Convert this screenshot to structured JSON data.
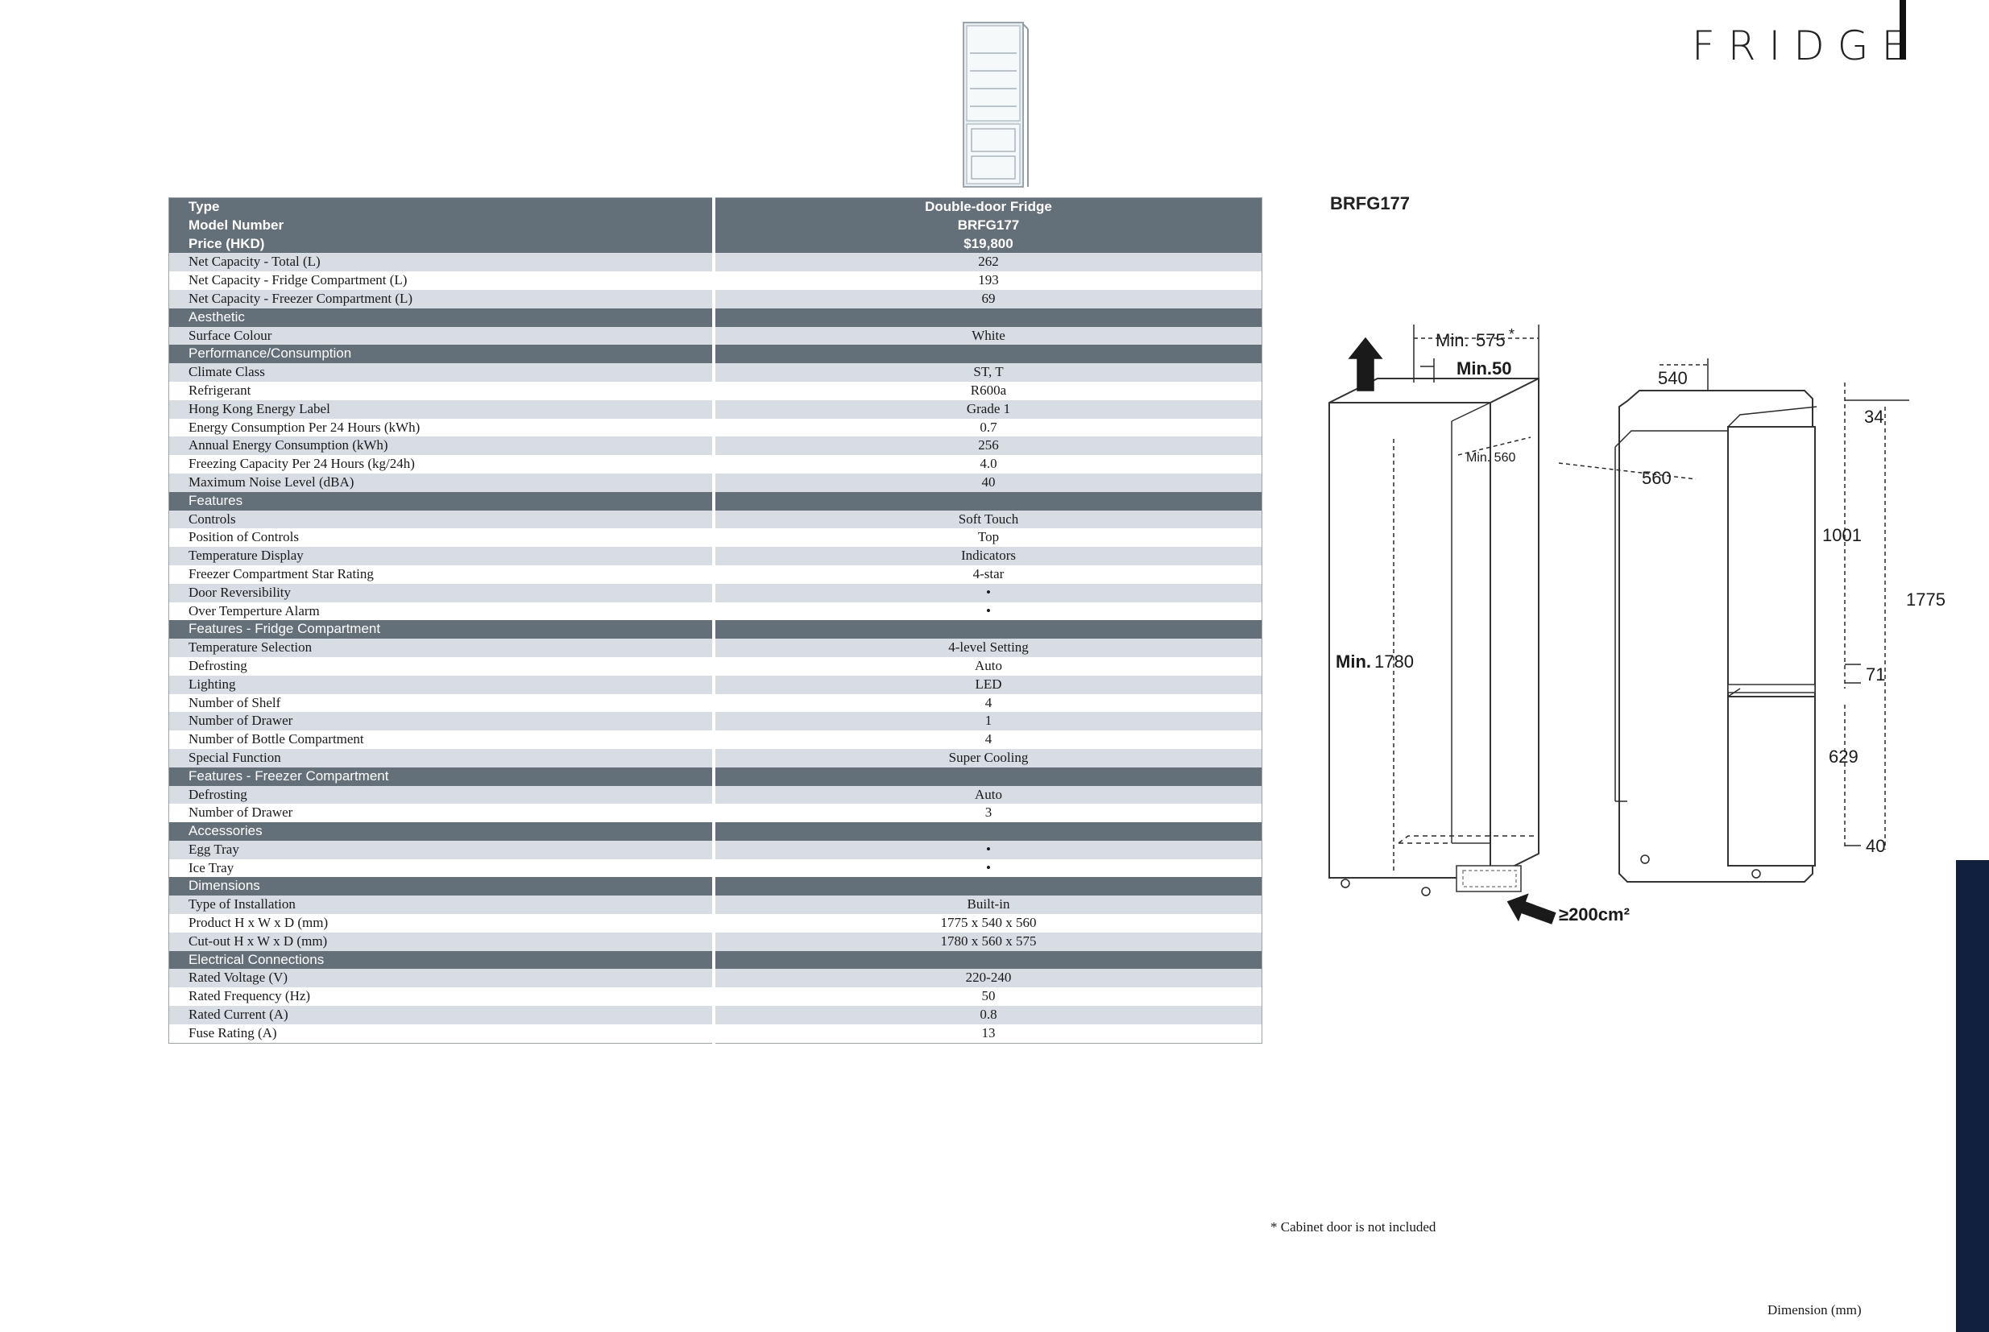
{
  "header": {
    "title": "FRIDGE"
  },
  "model_label": "BRFG177",
  "spec_header": [
    {
      "label": "Type",
      "value": "Double-door Fridge"
    },
    {
      "label": "Model Number",
      "value": "BRFG177"
    },
    {
      "label": "Price (HKD)",
      "value": "$19,800"
    }
  ],
  "specs": [
    {
      "kind": "row",
      "label": "Net Capacity - Total (L)",
      "value": "262"
    },
    {
      "kind": "row",
      "label": "Net Capacity - Fridge Compartment (L)",
      "value": "193"
    },
    {
      "kind": "row",
      "label": "Net Capacity - Freezer Compartment (L)",
      "value": "69"
    },
    {
      "kind": "section",
      "label": "Aesthetic"
    },
    {
      "kind": "row",
      "label": "Surface Colour",
      "value": "White"
    },
    {
      "kind": "section",
      "label": "Performance/Consumption"
    },
    {
      "kind": "row",
      "label": "Climate Class",
      "value": "ST, T"
    },
    {
      "kind": "row",
      "label": "Refrigerant",
      "value": "R600a"
    },
    {
      "kind": "row",
      "label": "Hong Kong Energy Label",
      "value": "Grade 1"
    },
    {
      "kind": "row",
      "label": "Energy Consumption Per 24 Hours (kWh)",
      "value": "0.7"
    },
    {
      "kind": "row",
      "label": "Annual Energy Consumption (kWh)",
      "value": "256"
    },
    {
      "kind": "row",
      "label": "Freezing Capacity Per 24 Hours (kg/24h)",
      "value": "4.0"
    },
    {
      "kind": "row",
      "label": "Maximum Noise Level (dBA)",
      "value": "40"
    },
    {
      "kind": "section",
      "label": "Features"
    },
    {
      "kind": "row",
      "label": "Controls",
      "value": "Soft Touch"
    },
    {
      "kind": "row",
      "label": "Position of Controls",
      "value": "Top"
    },
    {
      "kind": "row",
      "label": "Temperature Display",
      "value": "Indicators"
    },
    {
      "kind": "row",
      "label": "Freezer Compartment Star Rating",
      "value": "4-star"
    },
    {
      "kind": "row",
      "label": "Door Reversibility",
      "value": "•"
    },
    {
      "kind": "row",
      "label": "Over Temperture Alarm",
      "value": "•"
    },
    {
      "kind": "section",
      "label": "Features - Fridge Compartment"
    },
    {
      "kind": "row",
      "label": "Temperature Selection",
      "value": "4-level Setting"
    },
    {
      "kind": "row",
      "label": "Defrosting",
      "value": "Auto"
    },
    {
      "kind": "row",
      "label": "Lighting",
      "value": "LED"
    },
    {
      "kind": "row",
      "label": "Number of Shelf",
      "value": "4"
    },
    {
      "kind": "row",
      "label": "Number of Drawer",
      "value": "1"
    },
    {
      "kind": "row",
      "label": "Number of Bottle Compartment",
      "value": "4"
    },
    {
      "kind": "row",
      "label": "Special Function",
      "value": "Super Cooling"
    },
    {
      "kind": "section",
      "label": "Features - Freezer Compartment"
    },
    {
      "kind": "row",
      "label": "Defrosting",
      "value": "Auto"
    },
    {
      "kind": "row",
      "label": "Number of Drawer",
      "value": "3"
    },
    {
      "kind": "section",
      "label": "Accessories"
    },
    {
      "kind": "row",
      "label": "Egg Tray",
      "value": "•"
    },
    {
      "kind": "row",
      "label": "Ice Tray",
      "value": "•"
    },
    {
      "kind": "section",
      "label": "Dimensions"
    },
    {
      "kind": "row",
      "label": "Type of Installation",
      "value": "Built-in"
    },
    {
      "kind": "row",
      "label": "Product H x W x D (mm)",
      "value": "1775 x 540 x 560"
    },
    {
      "kind": "row",
      "label": "Cut-out H x W x D (mm)",
      "value": "1780 x 560 x 575"
    },
    {
      "kind": "section",
      "label": "Electrical Connections"
    },
    {
      "kind": "row",
      "label": "Rated Voltage (V)",
      "value": "220-240"
    },
    {
      "kind": "row",
      "label": "Rated Frequency (Hz)",
      "value": "50"
    },
    {
      "kind": "row",
      "label": "Rated Current (A)",
      "value": "0.8"
    },
    {
      "kind": "row",
      "label": "Fuse Rating (A)",
      "value": "13"
    }
  ],
  "diagram": {
    "min575_prefix": "Min.",
    "min575": "575",
    "asterisk": "*",
    "min50": "Min.50",
    "min560": "Min. 560",
    "min1780_prefix": "Min.",
    "min1780": "1780",
    "airflow": "≥200cm²",
    "d540": "540",
    "d560": "560",
    "d34": "34",
    "d1001": "1001",
    "d1775": "1775",
    "d71": "71",
    "d629": "629",
    "d40": "40"
  },
  "footnote": "* Cabinet door is not included",
  "dimension_note": "Dimension (mm)"
}
